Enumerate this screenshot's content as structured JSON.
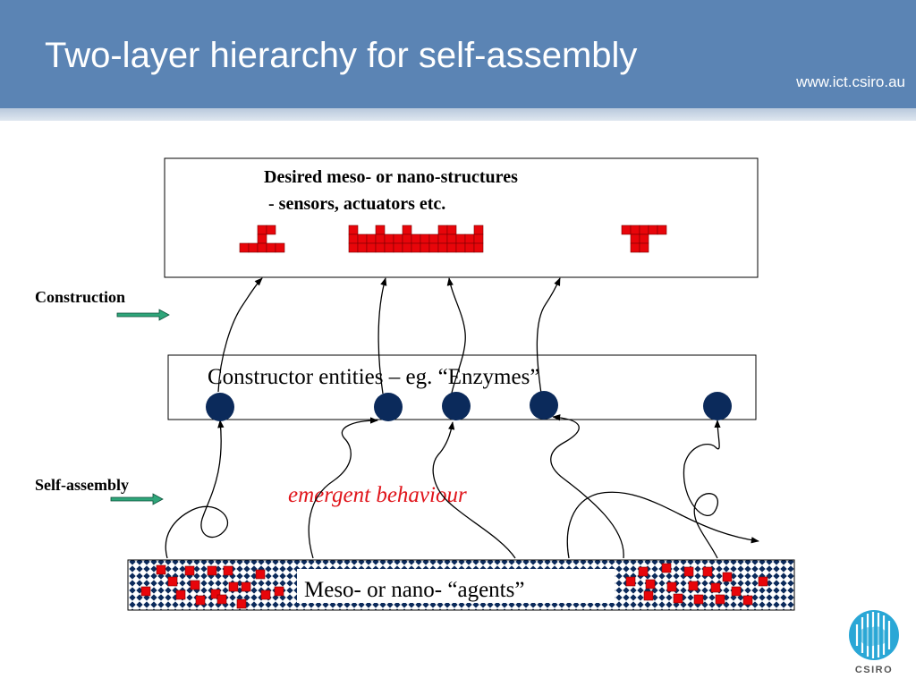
{
  "header": {
    "title": "Two-layer hierarchy for self-assembly",
    "url": "www.ict.csiro.au"
  },
  "diagram": {
    "top_box": {
      "line1": "Desired meso- or nano-structures",
      "line2": "- sensors, actuators etc."
    },
    "middle_box": {
      "label": "Constructor entities – eg. “Enzymes”"
    },
    "bottom_box": {
      "label": "Meso- or nano- “agents”"
    },
    "construction_label": "Construction",
    "self_assembly_label": "Self-assembly",
    "emergent_label": "emergent behaviour"
  },
  "colors": {
    "header_blue": "#5b84b4",
    "square_red": "#e8050a",
    "node_navy": "#0b2a5b",
    "arrow_green": "#2fa67a",
    "emergent_red": "#e0151b"
  },
  "logo": {
    "text": "CSIRO"
  }
}
